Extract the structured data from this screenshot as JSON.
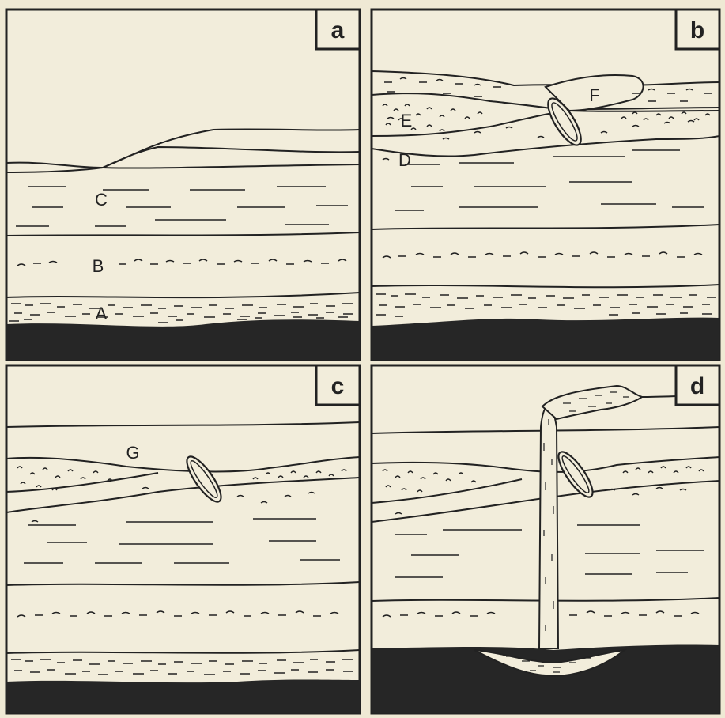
{
  "diagram": {
    "colors": {
      "paper": "#f2eddb",
      "ink": "#222222",
      "bedrock": "#262626",
      "page": "#efe9d4"
    },
    "panels": [
      {
        "letter": "a",
        "unit_labels": {
          "c": "C",
          "b": "B",
          "a": "A"
        }
      },
      {
        "letter": "b",
        "unit_labels": {
          "f": "F",
          "e": "E",
          "d": "D"
        }
      },
      {
        "letter": "c",
        "unit_labels": {
          "g": "G"
        }
      },
      {
        "letter": "d",
        "unit_labels": {}
      }
    ]
  }
}
